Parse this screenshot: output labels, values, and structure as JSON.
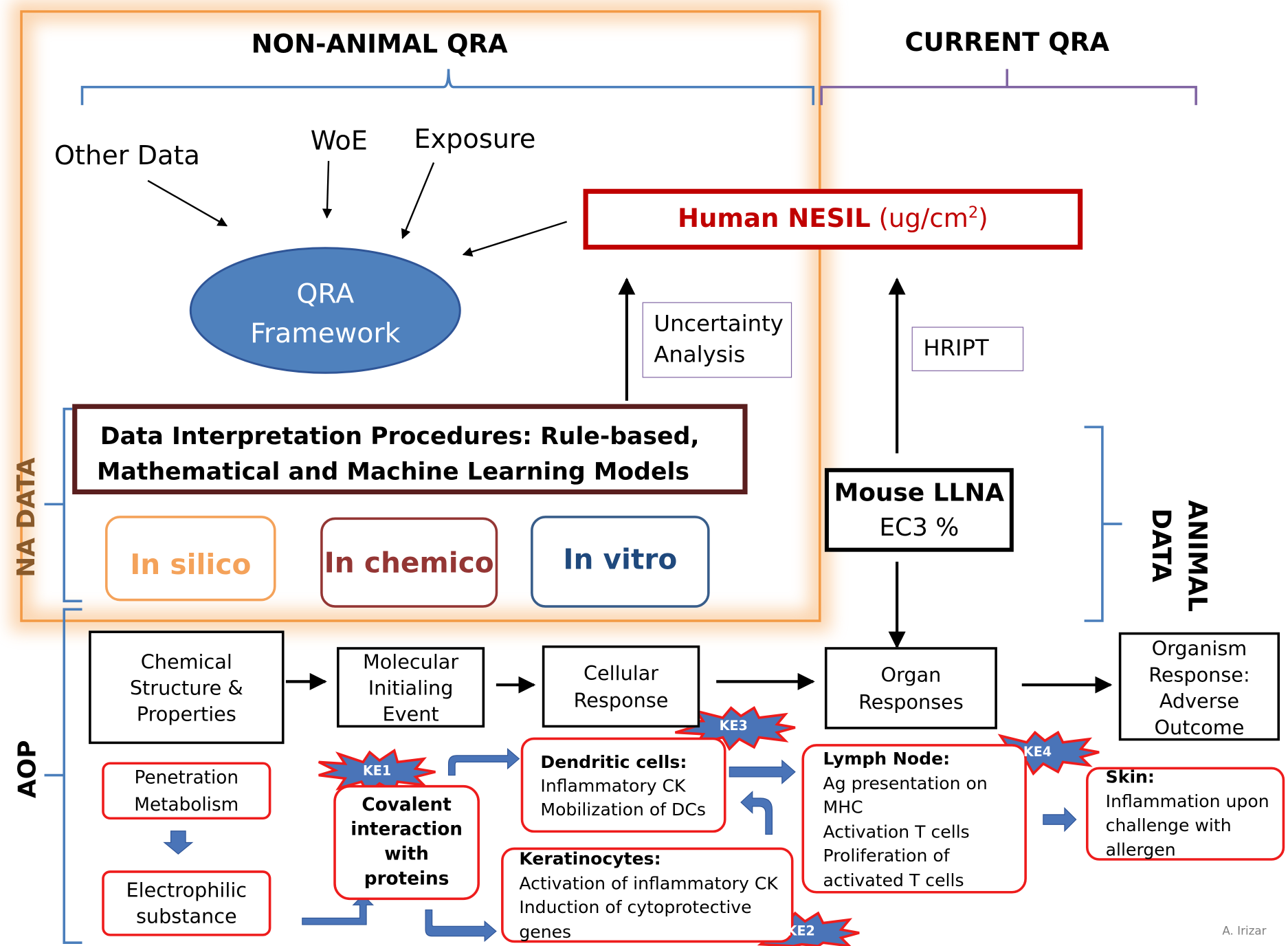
{
  "headers": {
    "non_animal": "NON-ANIMAL QRA",
    "current": "CURRENT QRA"
  },
  "inputs": {
    "other_data": "Other Data",
    "woe": "WoE",
    "exposure": "Exposure"
  },
  "qra_framework": {
    "line1": "QRA",
    "line2": "Framework"
  },
  "human_nesil": {
    "bold": "Human NESIL",
    "unit_pre": "(ug/cm",
    "unit_sup": "2",
    "unit_post": ")"
  },
  "uncertainty": {
    "line1": "Uncertainty",
    "line2": "Analysis"
  },
  "hript": "HRIPT",
  "dip": {
    "line1": "Data Interpretation Procedures: Rule-based,",
    "line2": "Mathematical and Machine Learning Models"
  },
  "methods": {
    "in_silico": "In silico",
    "in_chemico": "In chemico",
    "in_vitro": "In vitro"
  },
  "mouse_llna": {
    "title": "Mouse LLNA",
    "sub": "EC3 %"
  },
  "side_labels": {
    "na_data": "NA DATA",
    "animal_data_1": "ANIMAL",
    "animal_data_2": "DATA",
    "aop": "AOP"
  },
  "aop_boxes": {
    "chemical": [
      "Chemical",
      "Structure &",
      "Properties"
    ],
    "mie": [
      "Molecular",
      "Initialing",
      "Event"
    ],
    "cellular": [
      "Cellular",
      "Response"
    ],
    "organ": [
      "Organ",
      "Responses"
    ],
    "organism": [
      "Organism",
      "Response:",
      "Adverse",
      "Outcome"
    ]
  },
  "details": {
    "penetration": [
      "Penetration",
      "Metabolism"
    ],
    "electrophilic": [
      "Electrophilic",
      "substance"
    ],
    "covalent": [
      "Covalent",
      "interaction",
      "with",
      "proteins"
    ],
    "dendritic": {
      "title": "Dendritic cells:",
      "lines": [
        "Inflammatory CK",
        "Mobilization of DCs"
      ]
    },
    "keratinocytes": {
      "title": "Keratinocytes:",
      "lines": [
        "Activation of inflammatory CK",
        "Induction of cytoprotective",
        "genes"
      ]
    },
    "lymph": {
      "title": "Lymph Node:",
      "lines": [
        "Ag presentation on",
        "MHC",
        "Activation T cells",
        "Proliferation of",
        "activated T cells"
      ]
    },
    "skin": {
      "title": "Skin:",
      "lines": [
        "Inflammation upon",
        "challenge with",
        "allergen"
      ]
    }
  },
  "key_events": {
    "ke1": "KE1",
    "ke2": "KE2",
    "ke3": "KE3",
    "ke4": "KE4"
  },
  "credit": "A. Irizar",
  "colors": {
    "orange": "#f4a25a",
    "red": "#ee1c1c",
    "dark_red": "#c00000",
    "maroon": "#5a1e1e",
    "blue_brace": "#4a7ebb",
    "purple": "#8064a2",
    "ellipse": "#4f81bd",
    "ke_blue": "#4a74b8",
    "block_arrow": "#4a74b8"
  }
}
